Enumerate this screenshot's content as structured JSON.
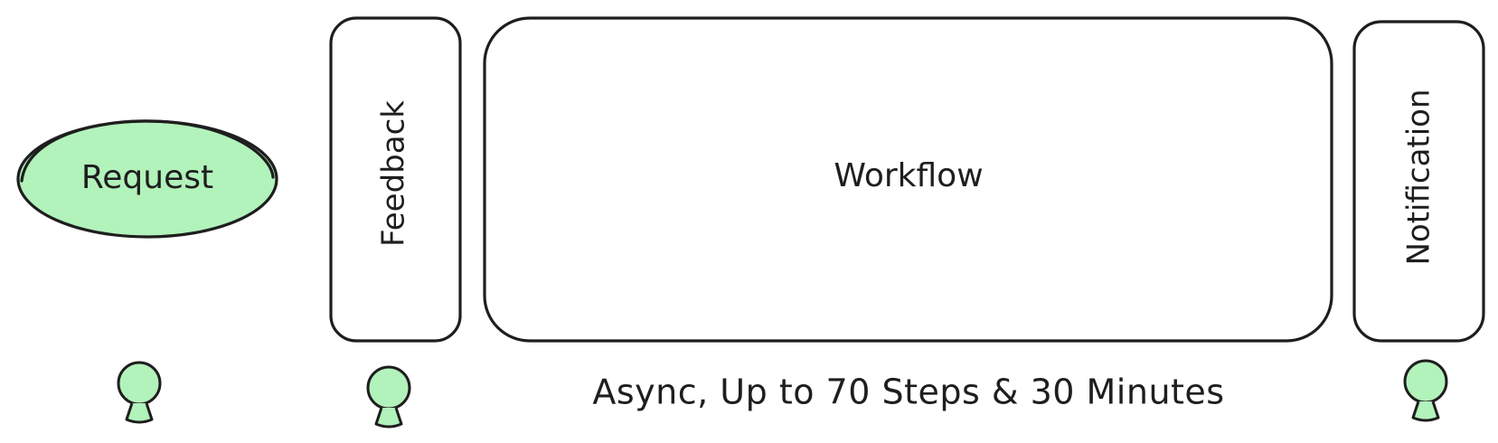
{
  "colors": {
    "stroke": "#1e1e1e",
    "accent_fill": "#b2f2bb",
    "background": "#ffffff"
  },
  "nodes": {
    "request": {
      "label": "Request",
      "shape": "ellipse",
      "filled": true
    },
    "feedback": {
      "label": "Feedback",
      "shape": "rounded-rectangle",
      "text_orientation": "vertical"
    },
    "workflow": {
      "label": "Workflow",
      "shape": "rounded-rectangle",
      "text_orientation": "horizontal"
    },
    "notification": {
      "label": "Notification",
      "shape": "rounded-rectangle",
      "text_orientation": "vertical"
    }
  },
  "caption": "Async, Up to 70 Steps & 30 Minutes",
  "actor_icons": [
    "person-icon",
    "person-icon",
    "person-icon"
  ]
}
